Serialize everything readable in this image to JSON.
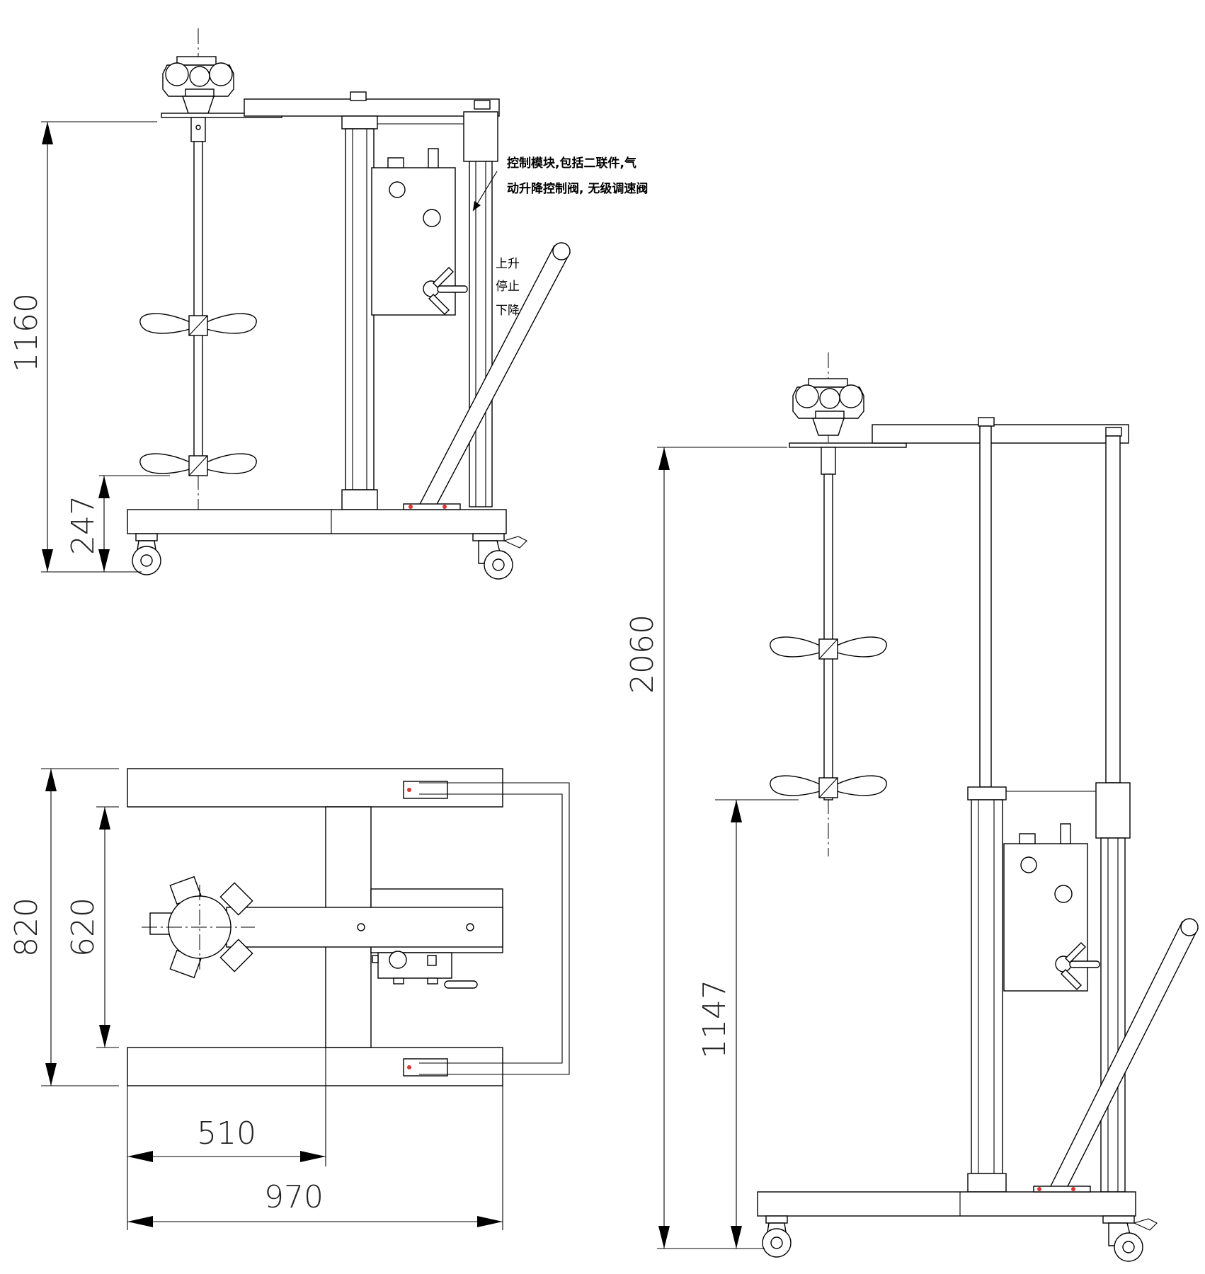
{
  "annotations": {
    "control_module_line1": "控制模块,包括二联件,气",
    "control_module_line2": "动升降控制阀, 无级调速阀",
    "up": "上升",
    "stop": "停止",
    "down": "下降"
  },
  "dimensions": {
    "left_height": "1160",
    "left_blade": "247",
    "plan_depth": "820",
    "plan_inner": "620",
    "plan_half": "510",
    "plan_width": "970",
    "right_height": "2060",
    "right_blade": "1147"
  }
}
